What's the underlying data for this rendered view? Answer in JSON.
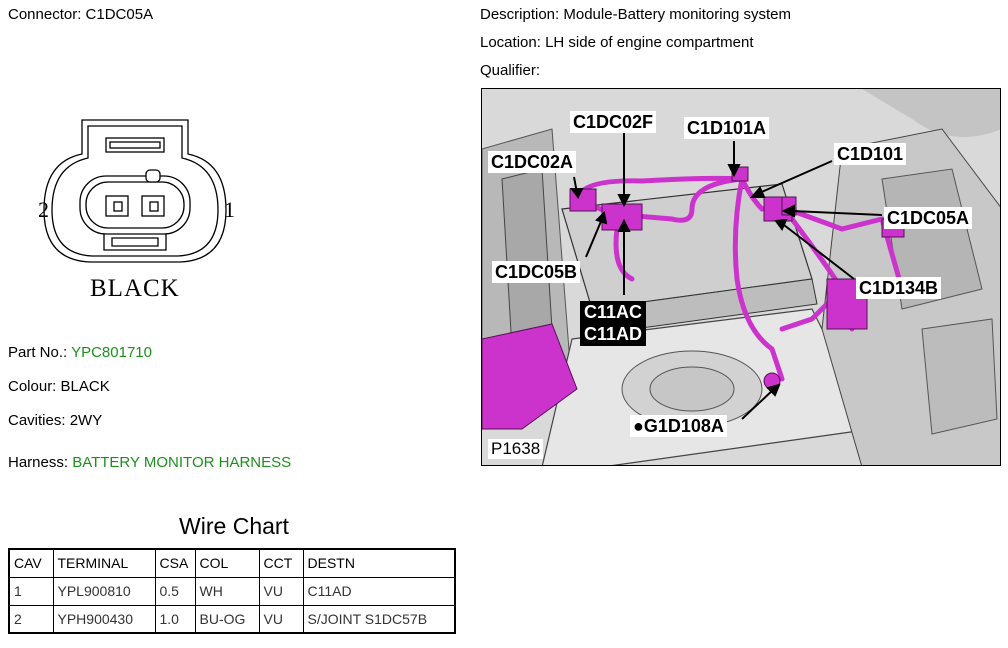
{
  "connector": {
    "label": "Connector:",
    "value": "C1DC05A"
  },
  "description": {
    "label": "Description:",
    "value": "Module-Battery monitoring system"
  },
  "location": {
    "label": "Location:",
    "value": "LH side of engine compartment"
  },
  "qualifier": {
    "label": "Qualifier:",
    "value": ""
  },
  "pin_diagram": {
    "pin_left": "2",
    "pin_right": "1",
    "color_label": "BLACK"
  },
  "part_no": {
    "label": "Part No.:",
    "value": "YPC801710"
  },
  "colour": {
    "label": "Colour:",
    "value": "BLACK"
  },
  "cavities": {
    "label": "Cavities:",
    "value": "2WY"
  },
  "harness": {
    "label": "Harness:",
    "value": "BATTERY MONITOR HARNESS"
  },
  "wire_chart": {
    "title": "Wire Chart",
    "headers": [
      "CAV",
      "TERMINAL",
      "CSA",
      "COL",
      "CCT",
      "DESTN"
    ],
    "rows": [
      [
        "1",
        "YPL900810",
        "0.5",
        "WH",
        "VU",
        "C11AD"
      ],
      [
        "2",
        "YPH900430",
        "1.0",
        "BU-OG",
        "VU",
        "S/JOINT S1DC57B"
      ]
    ]
  },
  "photo": {
    "reference": "P1638",
    "callouts": {
      "c1dc02f": "C1DC02F",
      "c1d101a": "C1D101A",
      "c1d101": "C1D101",
      "c1dc02a": "C1DC02A",
      "c1dc05a": "C1DC05A",
      "c1dc05b": "C1DC05B",
      "c1d134b": "C1D134B",
      "c11ac": "C11AC",
      "c11ad": "C11AD",
      "g1d108a": "G1D108A"
    },
    "highlight_color": "#cc33cc"
  }
}
